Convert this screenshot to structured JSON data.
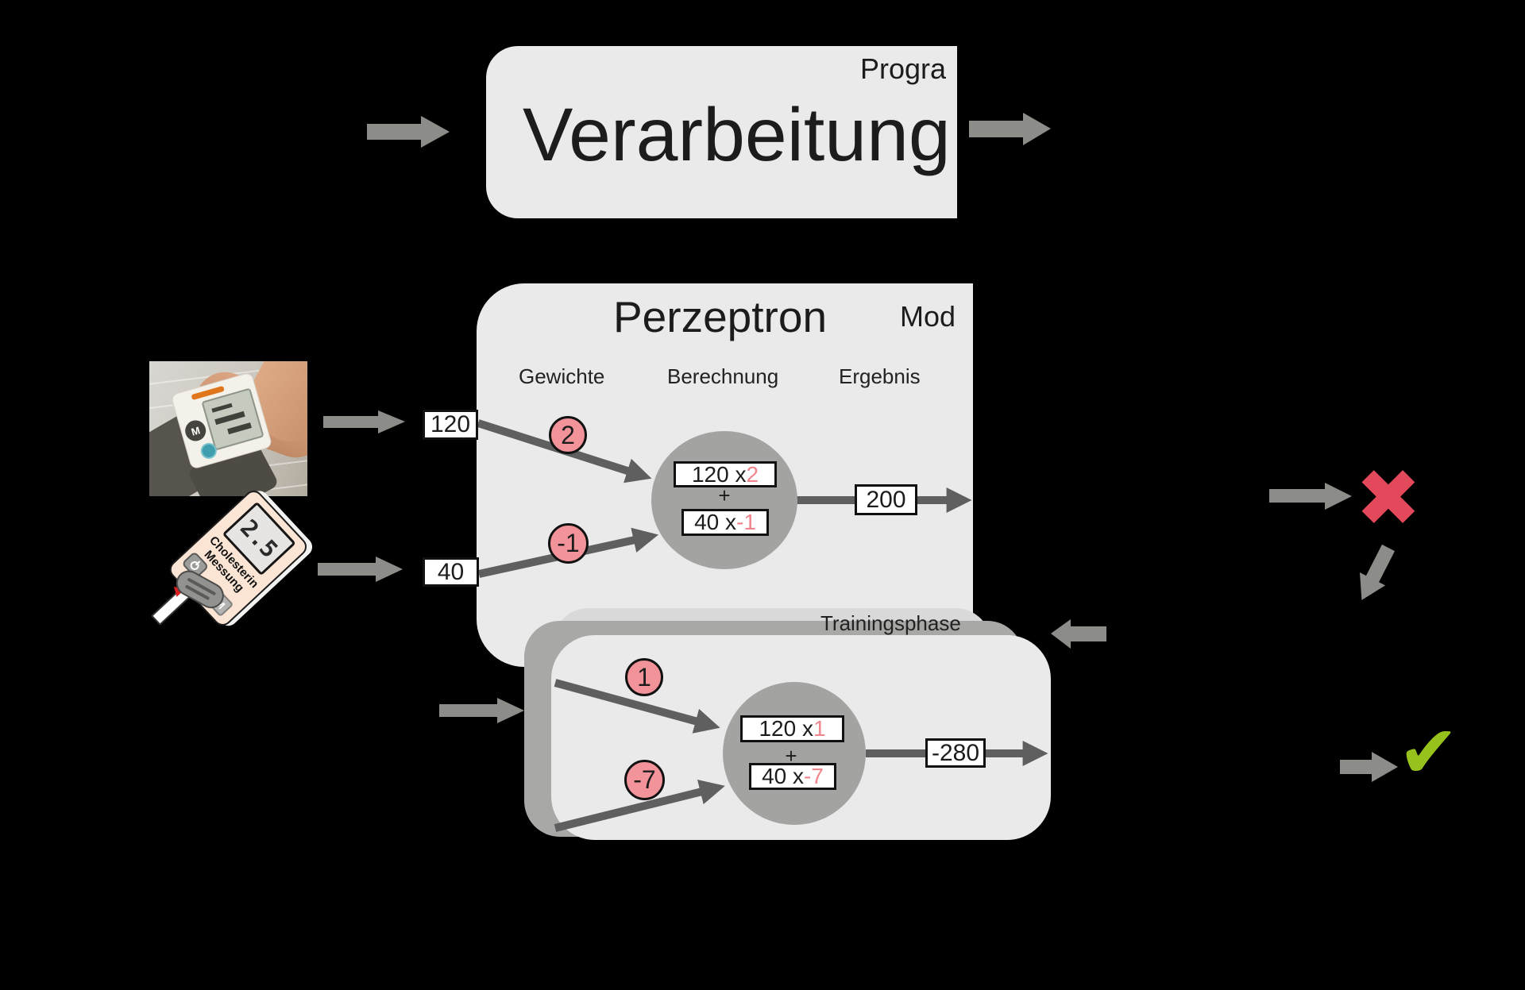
{
  "colors": {
    "background": "#000000",
    "card": "#eaeaea",
    "card-back": "#d9d9d9",
    "card-mid": "#a8a8a6",
    "neuron": "#a3a3a1",
    "arrow": "#8c8c88",
    "arrow-dark": "#5f5f5f",
    "weight-fill": "#f29399",
    "weight-text": "#f0868d",
    "cross": "#e3495a",
    "check": "#97c21e",
    "text": "#1c1c1c"
  },
  "processing": {
    "title": "Verarbeitung",
    "tag": "Progra"
  },
  "perceptron": {
    "title": "Perzeptron",
    "tag": "Mod",
    "col_weights": "Gewichte",
    "col_calc": "Berechnung",
    "col_result": "Ergebnis",
    "input1": "120",
    "input2": "40",
    "weight1": "2",
    "weight2": "-1",
    "calc1_base": "120 x ",
    "calc1_weight": "2",
    "plus": "+",
    "calc2_base": "40 x ",
    "calc2_weight": "-1",
    "result": "200"
  },
  "training": {
    "title": "Trainingsphase",
    "weight1": "1",
    "weight2": "-7",
    "calc1_base": "120 x ",
    "calc1_weight": "1",
    "plus": "+",
    "calc2_base": "40 x ",
    "calc2_weight": "-7",
    "result": "-280"
  },
  "cholesterol_device": {
    "display": "2.5",
    "label1": "Cholesterin",
    "label2": "Messung",
    "memory": "M",
    "power_icon": "power"
  },
  "bp_device": {
    "memory": "M"
  },
  "marks": {
    "cross": "✖",
    "check": "✔"
  }
}
